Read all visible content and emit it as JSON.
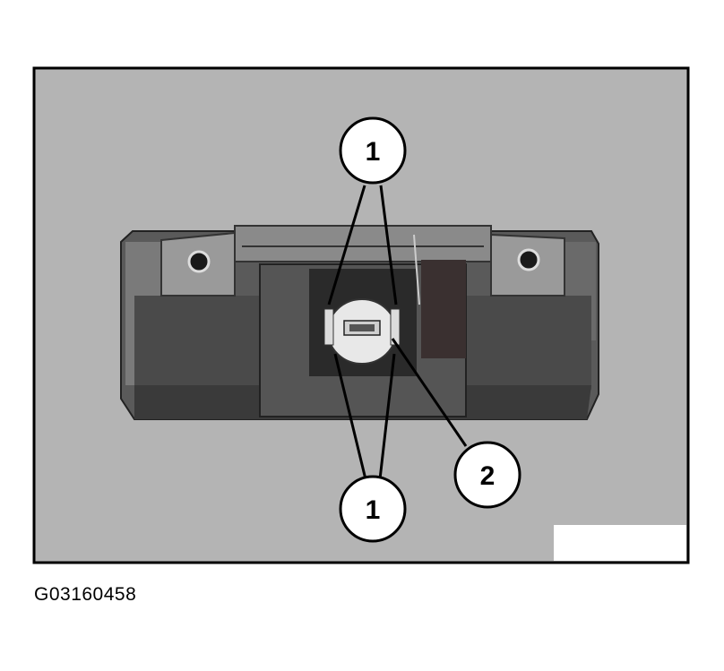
{
  "figure": {
    "code": "G03160458",
    "callouts": [
      {
        "id": "callout-top",
        "label": "1"
      },
      {
        "id": "callout-bottom",
        "label": "1"
      },
      {
        "id": "callout-right",
        "label": "2"
      }
    ],
    "colors": {
      "background": "#b4b4b4",
      "frame": "#000000",
      "housing_dark": "#4a4a4a",
      "housing_mid": "#6e6e6e",
      "metal_light": "#9a9a9a",
      "bulb": "#e8e8e8"
    }
  }
}
